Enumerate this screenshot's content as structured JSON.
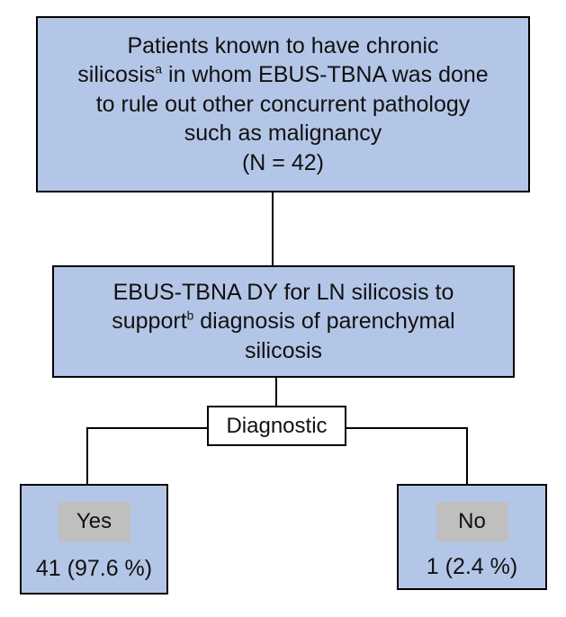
{
  "top_box": {
    "line1": "Patients known to have chronic",
    "line2_pre": "silicosis",
    "line2_sup": "a",
    "line2_post": " in whom EBUS-TBNA was done",
    "line3": "to rule out other concurrent pathology",
    "line4": "such as malignancy",
    "line5": "(N = 42)"
  },
  "middle_box": {
    "line1": "EBUS-TBNA DY for LN silicosis to",
    "line2_pre": "support",
    "line2_sup": "b",
    "line2_post": " diagnosis of parenchymal",
    "line3": "silicosis"
  },
  "split_label": "Diagnostic",
  "outcomes": {
    "yes": {
      "label": "Yes",
      "value": "41 (97.6 %)"
    },
    "no": {
      "label": "No",
      "value": "1 (2.4 %)"
    }
  },
  "colors": {
    "box_fill": "#b4c6e7",
    "tag_fill": "#bfbfbf",
    "line": "#000000"
  }
}
